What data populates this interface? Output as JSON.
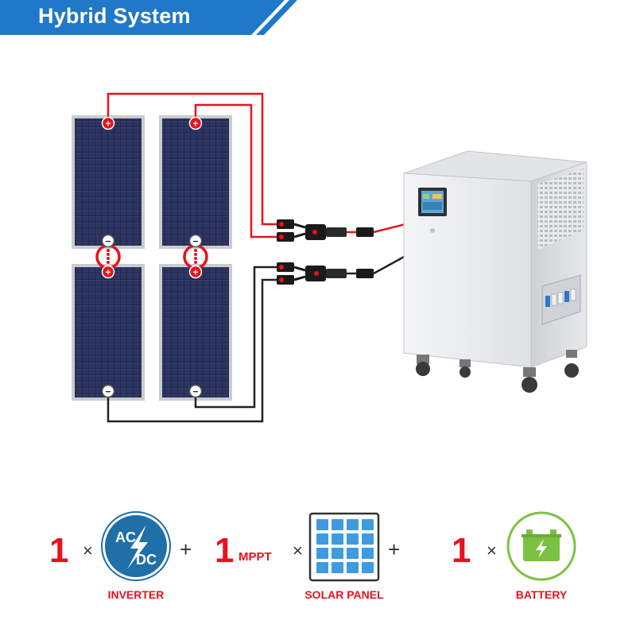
{
  "title": "Hybrid System",
  "colors": {
    "banner": "#1f78c8",
    "wire_positive": "#e8121c",
    "wire_negative": "#222222",
    "accent_red": "#e8121c",
    "inverter_blue": "#1f6fa8",
    "battery_green": "#7cc242"
  },
  "terminals": {
    "positive": "+",
    "negative": "−"
  },
  "components": [
    {
      "quantity": "1",
      "times": "×",
      "name": "INVERTER",
      "icon": "ac-dc-inverter-icon",
      "icon_top": "AC",
      "icon_bottom": "DC",
      "plus": "+"
    },
    {
      "quantity": "1",
      "sub": "MPPT",
      "times": "×",
      "name": "SOLAR PANEL",
      "icon": "solar-panel-icon",
      "plus": "+"
    },
    {
      "quantity": "1",
      "times": "×",
      "name": "BATTERY",
      "icon": "battery-icon"
    }
  ]
}
